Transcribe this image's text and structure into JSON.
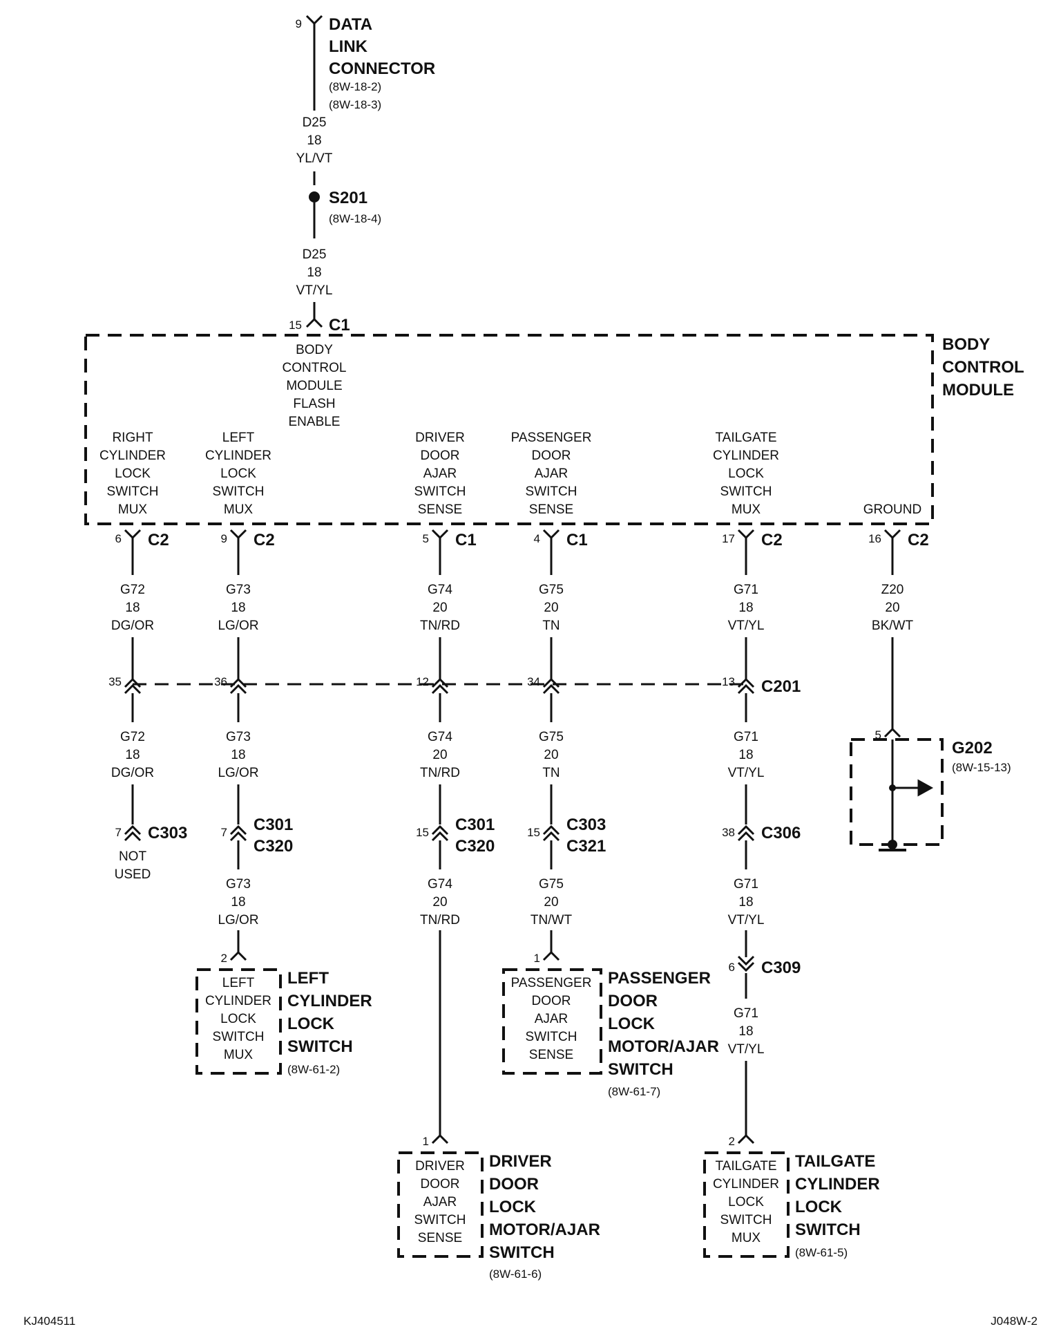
{
  "diagram": {
    "figure_id": "KJ404511",
    "page_ref": "J048W-2",
    "data_link_connector": {
      "pin": "9",
      "name_lines": [
        "DATA",
        "LINK",
        "CONNECTOR"
      ],
      "refs": [
        "(8W-18-2)",
        "(8W-18-3)"
      ]
    },
    "wire_dlc_to_splice": [
      "D25",
      "18",
      "YL/VT"
    ],
    "splice": {
      "name": "S201",
      "ref": "(8W-18-4)"
    },
    "wire_splice_to_bcm": [
      "D25",
      "18",
      "VT/YL"
    ],
    "bcm_input": {
      "pin": "15",
      "connector": "C1",
      "label_lines": [
        "BODY",
        "CONTROL",
        "MODULE",
        "FLASH",
        "ENABLE"
      ]
    },
    "bcm_name": [
      "BODY",
      "CONTROL",
      "MODULE"
    ],
    "bcm_outputs": [
      {
        "label_lines": [
          "RIGHT",
          "CYLINDER",
          "LOCK",
          "SWITCH",
          "MUX"
        ],
        "pin": "6",
        "connector": "C2",
        "wire": [
          "G72",
          "18",
          "DG/OR"
        ]
      },
      {
        "label_lines": [
          "LEFT",
          "CYLINDER",
          "LOCK",
          "SWITCH",
          "MUX"
        ],
        "pin": "9",
        "connector": "C2",
        "wire": [
          "G73",
          "18",
          "LG/OR"
        ]
      },
      {
        "label_lines": [
          "DRIVER",
          "DOOR",
          "AJAR",
          "SWITCH",
          "SENSE"
        ],
        "pin": "5",
        "connector": "C1",
        "wire": [
          "G74",
          "20",
          "TN/RD"
        ]
      },
      {
        "label_lines": [
          "PASSENGER",
          "DOOR",
          "AJAR",
          "SWITCH",
          "SENSE"
        ],
        "pin": "4",
        "connector": "C1",
        "wire": [
          "G75",
          "20",
          "TN"
        ]
      },
      {
        "label_lines": [
          "TAILGATE",
          "CYLINDER",
          "LOCK",
          "SWITCH",
          "MUX"
        ],
        "pin": "17",
        "connector": "C2",
        "wire": [
          "G71",
          "18",
          "VT/YL"
        ]
      },
      {
        "label_lines": [
          "GROUND"
        ],
        "pin": "16",
        "connector": "C2",
        "wire": [
          "Z20",
          "20",
          "BK/WT"
        ]
      }
    ],
    "inline_c201": {
      "name": "C201",
      "pins": [
        "35",
        "36",
        "12",
        "34",
        "13"
      ]
    },
    "wires_below_c201": [
      [
        "G72",
        "18",
        "DG/OR"
      ],
      [
        "G73",
        "18",
        "LG/OR"
      ],
      [
        "G74",
        "20",
        "TN/RD"
      ],
      [
        "G75",
        "20",
        "TN"
      ],
      [
        "G71",
        "18",
        "VT/YL"
      ]
    ],
    "second_connectors": [
      {
        "pin": "7",
        "names": [
          "C303"
        ]
      },
      {
        "pin": "7",
        "names": [
          "C301",
          "C320"
        ]
      },
      {
        "pin": "15",
        "names": [
          "C301",
          "C320"
        ]
      },
      {
        "pin": "15",
        "names": [
          "C303",
          "C321"
        ]
      },
      {
        "pin": "38",
        "names": [
          "C306"
        ]
      }
    ],
    "not_used": [
      "NOT",
      "USED"
    ],
    "wires_after_second": [
      [
        "G73",
        "18",
        "LG/OR"
      ],
      [
        "G74",
        "20",
        "TN/RD"
      ],
      [
        "G75",
        "20",
        "TN/WT"
      ],
      [
        "G71",
        "18",
        "VT/YL"
      ]
    ],
    "c309": {
      "pin": "6",
      "name": "C309"
    },
    "wire_after_c309": [
      "G71",
      "18",
      "VT/YL"
    ],
    "ground_g202": {
      "pin": "5",
      "name": "G202",
      "ref": "(8W-15-13)"
    },
    "components": [
      {
        "pin": "2",
        "inner": [
          "LEFT",
          "CYLINDER",
          "LOCK",
          "SWITCH",
          "MUX"
        ],
        "name_lines": [
          "LEFT",
          "CYLINDER",
          "LOCK",
          "SWITCH"
        ],
        "ref": "(8W-61-2)"
      },
      {
        "pin": "1",
        "inner": [
          "PASSENGER",
          "DOOR",
          "AJAR",
          "SWITCH",
          "SENSE"
        ],
        "name_lines": [
          "PASSENGER",
          "DOOR",
          "LOCK",
          "MOTOR/AJAR",
          "SWITCH"
        ],
        "ref": "(8W-61-7)"
      },
      {
        "pin": "1",
        "inner": [
          "DRIVER",
          "DOOR",
          "AJAR",
          "SWITCH",
          "SENSE"
        ],
        "name_lines": [
          "DRIVER",
          "DOOR",
          "LOCK",
          "MOTOR/AJAR",
          "SWITCH"
        ],
        "ref": "(8W-61-6)"
      },
      {
        "pin": "2",
        "inner": [
          "TAILGATE",
          "CYLINDER",
          "LOCK",
          "SWITCH",
          "MUX"
        ],
        "name_lines": [
          "TAILGATE",
          "CYLINDER",
          "LOCK",
          "SWITCH"
        ],
        "ref": "(8W-61-5)"
      }
    ]
  }
}
